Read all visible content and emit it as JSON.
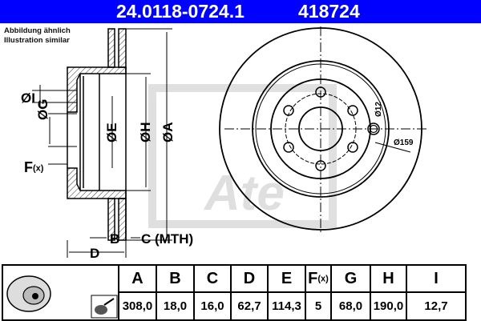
{
  "header": {
    "part_number": "24.0118-0724.1",
    "code": "418724",
    "background": "#0000ff"
  },
  "note": {
    "line1": "Abbildung ähnlich",
    "line2": "Illustration similar"
  },
  "drawing": {
    "labels": {
      "I": "ØI",
      "G": "ØG",
      "E": "ØE",
      "H": "ØH",
      "A": "ØA",
      "F": "F",
      "F_sub": "(x)",
      "B": "B",
      "C": "C (MTH)",
      "D": "D",
      "hole": "Ø12",
      "pcd": "Ø159"
    },
    "watermark": "Ate"
  },
  "table": {
    "headers": [
      "A",
      "B",
      "C",
      "D",
      "E",
      "F",
      "G",
      "H",
      "I"
    ],
    "f_suffix": "(x)",
    "values": [
      "308,0",
      "18,0",
      "16,0",
      "62,7",
      "114,3",
      "5",
      "68,0",
      "190,0",
      "12,7"
    ]
  }
}
